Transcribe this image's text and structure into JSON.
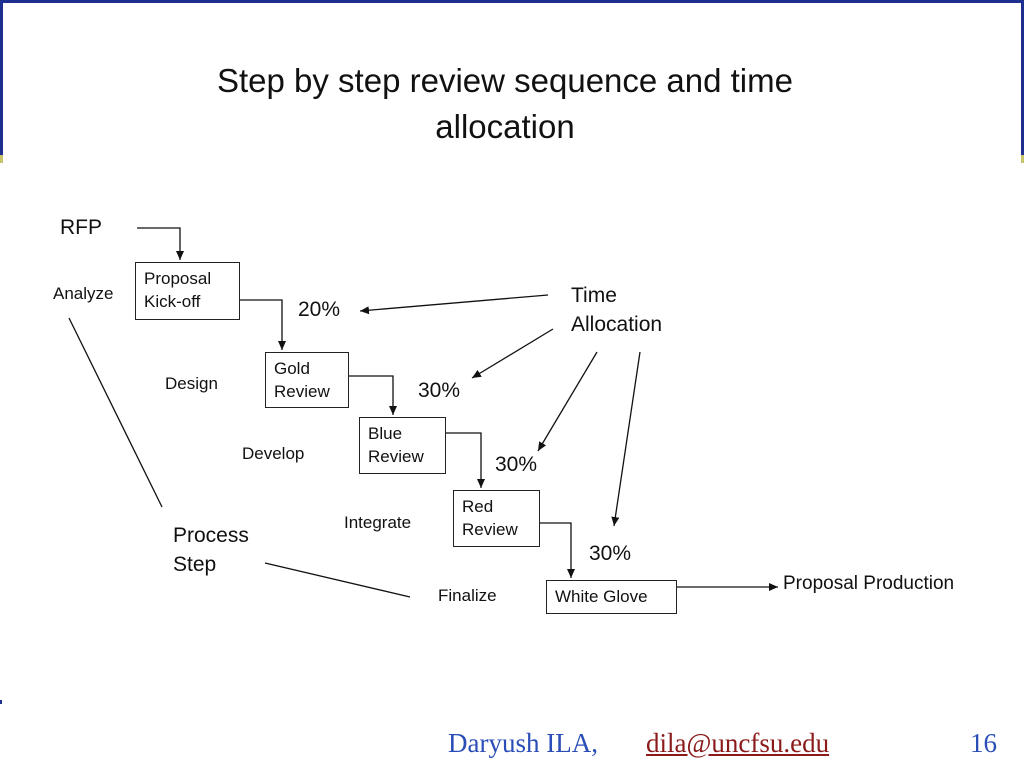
{
  "title": "Step by step review sequence and time allocation",
  "diagram": {
    "input": "RFP",
    "output": "Proposal Production",
    "phases": {
      "analyze": "Analyze",
      "design": "Design",
      "develop": "Develop",
      "integrate": "Integrate",
      "finalize": "Finalize"
    },
    "boxes": {
      "kickoff": "Proposal Kick-off",
      "gold": "Gold Review",
      "blue": "Blue Review",
      "red": "Red Review",
      "white": "White Glove"
    },
    "percentages": {
      "p1": "20%",
      "p2": "30%",
      "p3": "30%",
      "p4": "30%"
    },
    "time_allocation_label": "Time Allocation",
    "process_step_label": "Process Step"
  },
  "footer": {
    "author": "Daryush ILA,",
    "email": "dila@uncfsu.edu",
    "page": "16"
  },
  "colors": {
    "frame": "#1f2f8f",
    "footer_text": "#2a4db8",
    "email": "#8b1a1a"
  }
}
